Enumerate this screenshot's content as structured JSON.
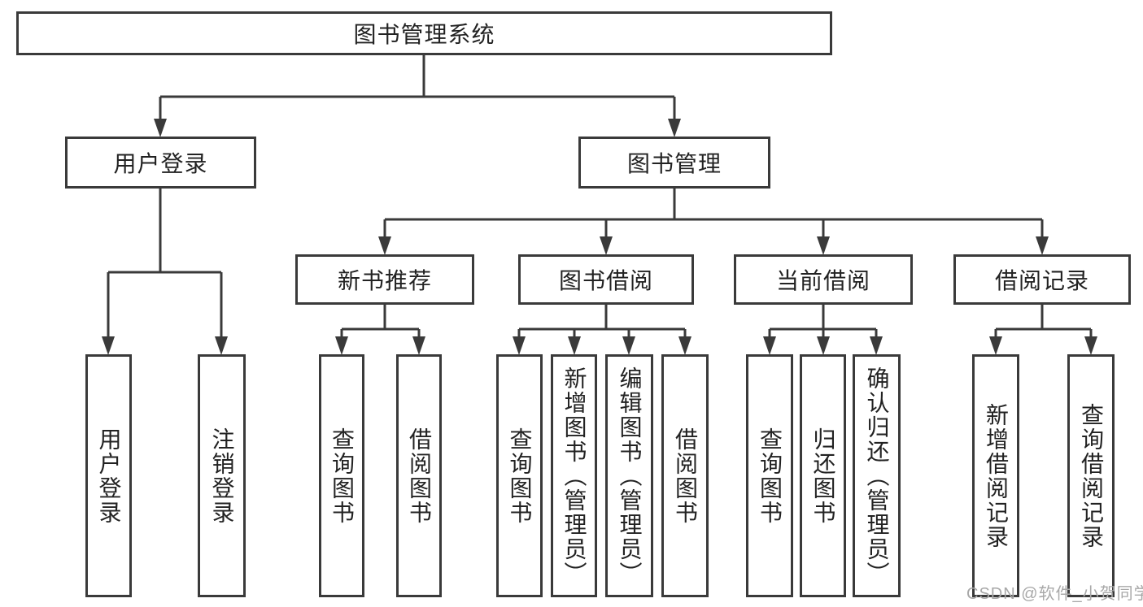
{
  "tree": {
    "root": {
      "label": "图书管理系统"
    },
    "branches": [
      {
        "label": "用户登录",
        "children": [
          {
            "label": "用户登录"
          },
          {
            "label": "注销登录"
          }
        ]
      },
      {
        "label": "图书管理",
        "children": [
          {
            "label": "新书推荐",
            "children": [
              {
                "label": "查询图书"
              },
              {
                "label": "借阅图书"
              }
            ]
          },
          {
            "label": "图书借阅",
            "children": [
              {
                "label": "查询图书"
              },
              {
                "label": "新增图书（管理员）"
              },
              {
                "label": "编辑图书（管理员）"
              },
              {
                "label": "借阅图书"
              }
            ]
          },
          {
            "label": "当前借阅",
            "children": [
              {
                "label": "查询图书"
              },
              {
                "label": "归还图书"
              },
              {
                "label": "确认归还（管理员）"
              }
            ]
          },
          {
            "label": "借阅记录",
            "children": [
              {
                "label": "新增借阅记录"
              },
              {
                "label": "查询借阅记录"
              }
            ]
          }
        ]
      }
    ]
  },
  "watermark": "CSDN @软件_小贺同学",
  "colors": {
    "line": "#3a3a3a",
    "text": "#222222",
    "watermark": "#a8a8a8",
    "background": "#ffffff"
  }
}
